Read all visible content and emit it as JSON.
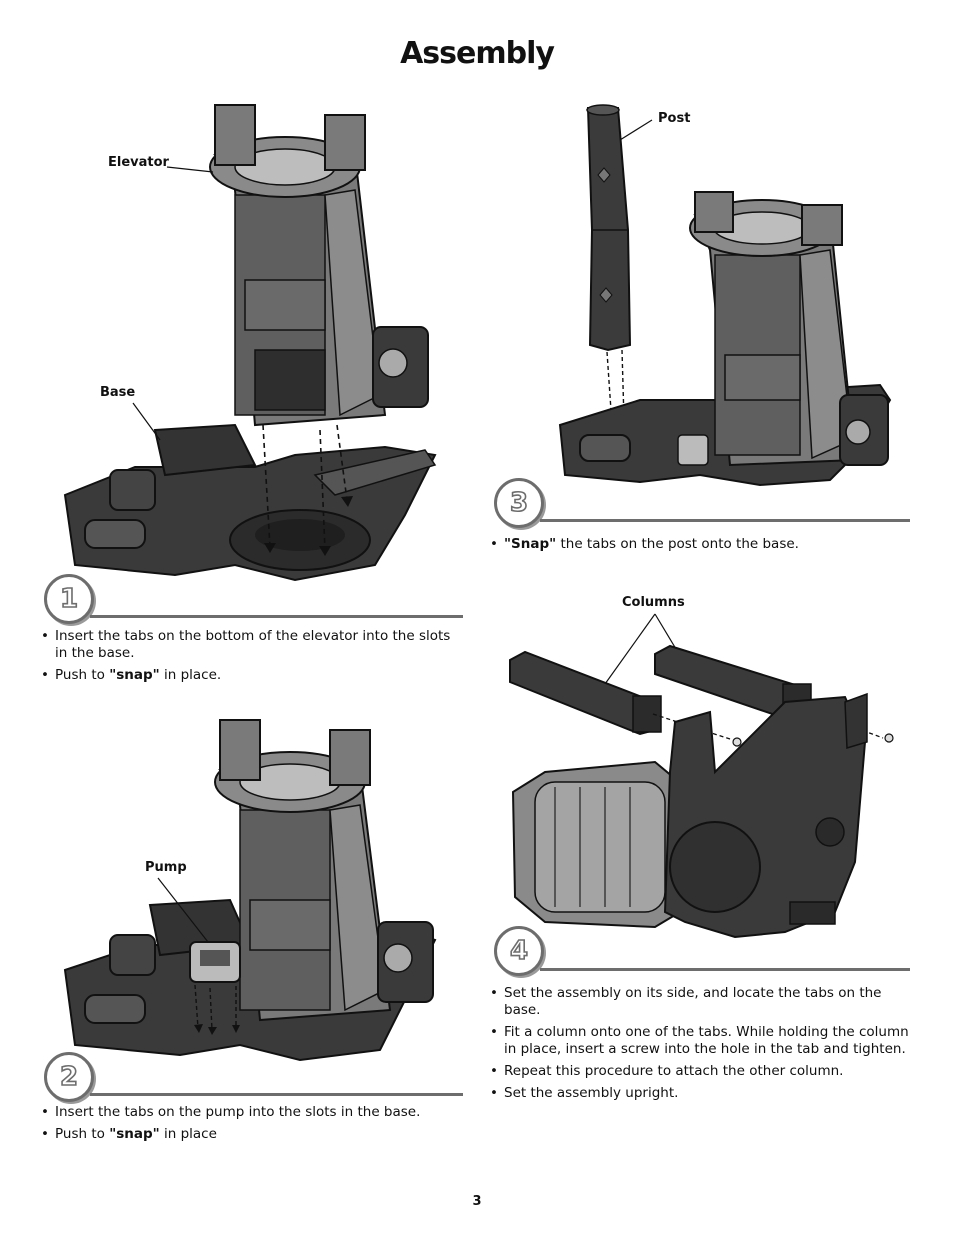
{
  "page": {
    "title": "Assembly",
    "page_number": "3"
  },
  "steps": [
    {
      "number": "1",
      "callouts": [
        "Elevator",
        "Base"
      ],
      "instructions": [
        {
          "lead": "",
          "text": "Insert the tabs on the bottom of the elevator into the slots in the base.",
          "bold": "",
          "tail": ""
        },
        {
          "lead": "Push to ",
          "bold": "\"snap\"",
          "tail": " in place."
        }
      ]
    },
    {
      "number": "2",
      "callouts": [
        "Pump"
      ],
      "instructions": [
        {
          "lead": "Insert the tabs on the pump into the slots in the base.",
          "bold": "",
          "tail": ""
        },
        {
          "lead": "Push to ",
          "bold": "\"snap\"",
          "tail": " in place"
        }
      ]
    },
    {
      "number": "3",
      "callouts": [
        "Post"
      ],
      "instructions": [
        {
          "lead": "",
          "bold": "\"Snap\"",
          "tail": " the tabs on the post onto the base."
        }
      ]
    },
    {
      "number": "4",
      "callouts": [
        "Columns"
      ],
      "instructions": [
        {
          "lead": "Set the assembly on its side, and locate the tabs on the base.",
          "bold": "",
          "tail": ""
        },
        {
          "lead": "Fit a column onto one of the tabs. While holding the column in place, insert a screw into the hole in the tab and tighten.",
          "bold": "",
          "tail": ""
        },
        {
          "lead": "Repeat this procedure to attach the other column.",
          "bold": "",
          "tail": ""
        },
        {
          "lead": "Set the assembly upright.",
          "bold": "",
          "tail": ""
        }
      ]
    }
  ]
}
